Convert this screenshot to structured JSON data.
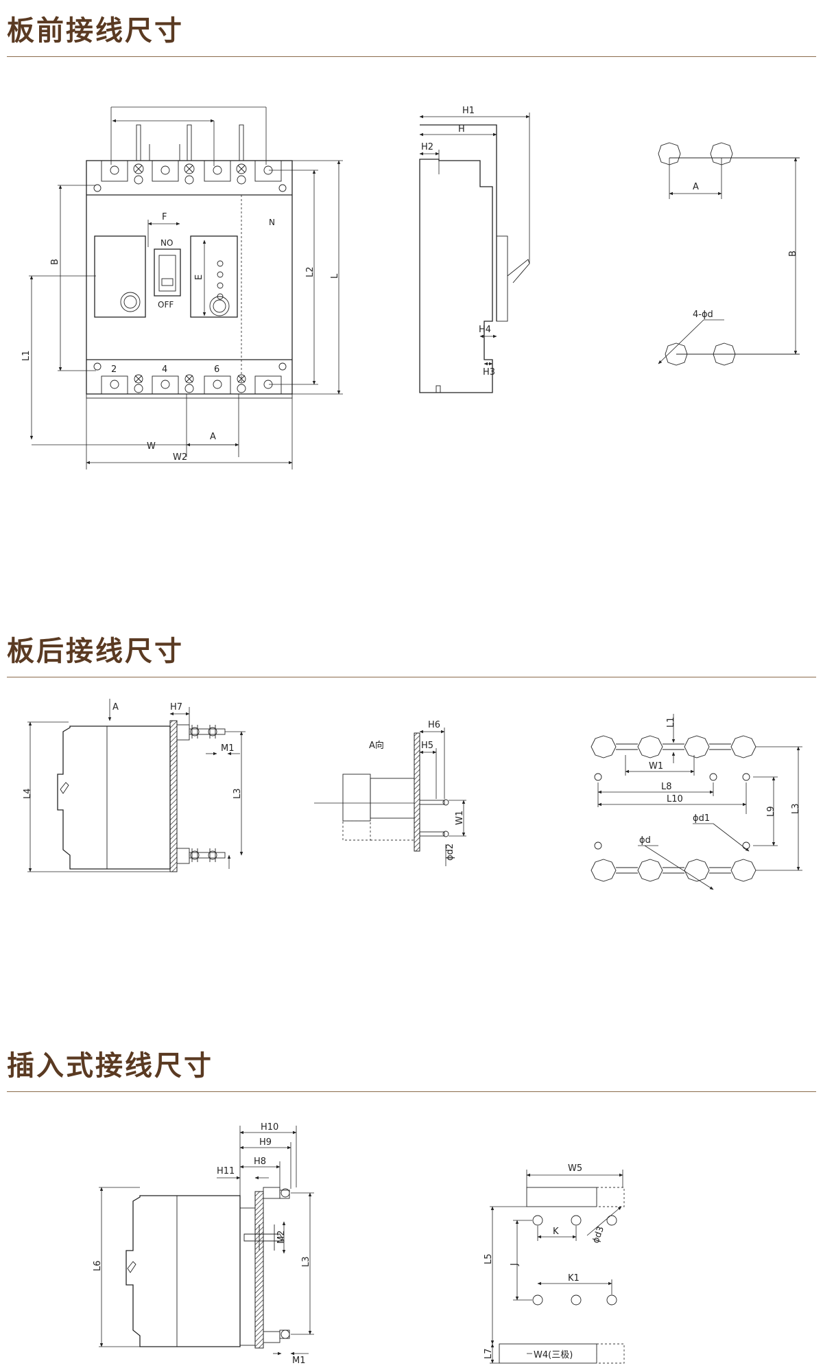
{
  "sections": {
    "front": {
      "title": "板前接线尺寸"
    },
    "rear": {
      "title": "板后接线尺寸"
    },
    "plugin": {
      "title": "插入式接线尺寸"
    }
  },
  "front": {
    "main": {
      "terminals_top": [
        "",
        "",
        ""
      ],
      "terminals_bottom": [
        "2",
        "4",
        "6"
      ],
      "switch_on": "NO",
      "switch_off": "OFF",
      "n_label": "N",
      "dims": {
        "F": "F",
        "E": "E",
        "B": "B",
        "L1": "L1",
        "L2": "L2",
        "L": "L",
        "W": "W",
        "A": "A",
        "W2": "W2"
      }
    },
    "side": {
      "dims": {
        "H1": "H1",
        "H": "H",
        "H2": "H2",
        "H4": "H4",
        "H3": "H3"
      }
    },
    "holes": {
      "dims": {
        "A": "A",
        "B": "B",
        "hole": "4-ϕd"
      }
    }
  },
  "rear": {
    "side": {
      "dims": {
        "A": "A",
        "H7": "H7",
        "M1": "M1",
        "L3": "L3",
        "L4": "L4"
      }
    },
    "view": {
      "dims": {
        "title": "A向",
        "H6": "H6",
        "H5": "H5",
        "W1": "W1",
        "d2": "ϕd2"
      }
    },
    "pattern": {
      "dims": {
        "L1": "L1",
        "W1": "W1",
        "L8": "L8",
        "L10": "L10",
        "d1": "ϕd1",
        "L9": "L9",
        "L3": "L3",
        "d": "ϕd"
      }
    }
  },
  "plugin": {
    "side": {
      "dims": {
        "H10": "H10",
        "H9": "H9",
        "H11": "H11",
        "H8": "H8",
        "L6": "L6",
        "M2": "M2",
        "L3": "L3",
        "M1": "M1"
      }
    },
    "base": {
      "dims": {
        "W5": "W5",
        "K": "K",
        "d3": "ϕd3",
        "J": "J",
        "L5": "L5",
        "K1": "K1",
        "L7": "L7",
        "W4": "W4(三极)"
      }
    }
  }
}
